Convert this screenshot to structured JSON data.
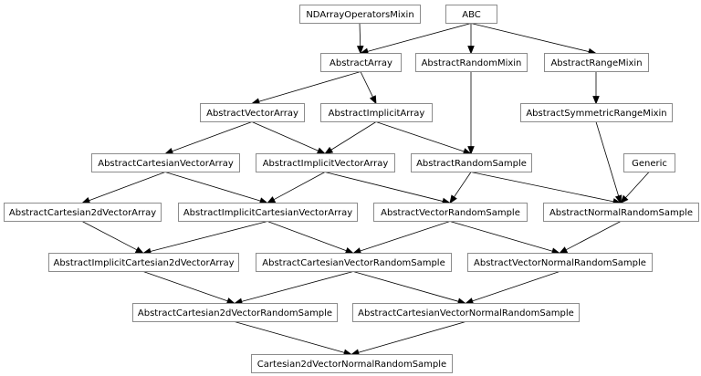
{
  "diagram": {
    "title": "",
    "nodes": [
      {
        "id": "NDArrayOperatorsMixin",
        "label": "NDArrayOperatorsMixin"
      },
      {
        "id": "ABC",
        "label": "ABC"
      },
      {
        "id": "AbstractArray",
        "label": "AbstractArray"
      },
      {
        "id": "AbstractRandomMixin",
        "label": "AbstractRandomMixin"
      },
      {
        "id": "AbstractRangeMixin",
        "label": "AbstractRangeMixin"
      },
      {
        "id": "AbstractVectorArray",
        "label": "AbstractVectorArray"
      },
      {
        "id": "AbstractImplicitArray",
        "label": "AbstractImplicitArray"
      },
      {
        "id": "AbstractSymmetricRangeMixin",
        "label": "AbstractSymmetricRangeMixin"
      },
      {
        "id": "AbstractCartesianVectorArray",
        "label": "AbstractCartesianVectorArray"
      },
      {
        "id": "AbstractImplicitVectorArray",
        "label": "AbstractImplicitVectorArray"
      },
      {
        "id": "AbstractRandomSample",
        "label": "AbstractRandomSample"
      },
      {
        "id": "Generic",
        "label": "Generic"
      },
      {
        "id": "AbstractCartesian2dVectorArray",
        "label": "AbstractCartesian2dVectorArray"
      },
      {
        "id": "AbstractImplicitCartesianVectorArray",
        "label": "AbstractImplicitCartesianVectorArray"
      },
      {
        "id": "AbstractVectorRandomSample",
        "label": "AbstractVectorRandomSample"
      },
      {
        "id": "AbstractNormalRandomSample",
        "label": "AbstractNormalRandomSample"
      },
      {
        "id": "AbstractImplicitCartesian2dVectorArray",
        "label": "AbstractImplicitCartesian2dVectorArray"
      },
      {
        "id": "AbstractCartesianVectorRandomSample",
        "label": "AbstractCartesianVectorRandomSample"
      },
      {
        "id": "AbstractVectorNormalRandomSample",
        "label": "AbstractVectorNormalRandomSample"
      },
      {
        "id": "AbstractCartesian2dVectorRandomSample",
        "label": "AbstractCartesian2dVectorRandomSample"
      },
      {
        "id": "AbstractCartesianVectorNormalRandomSample",
        "label": "AbstractCartesianVectorNormalRandomSample"
      },
      {
        "id": "Cartesian2dVectorNormalRandomSample",
        "label": "Cartesian2dVectorNormalRandomSample"
      }
    ],
    "edges": [
      {
        "from": "NDArrayOperatorsMixin",
        "to": "AbstractArray"
      },
      {
        "from": "ABC",
        "to": "AbstractArray"
      },
      {
        "from": "ABC",
        "to": "AbstractRandomMixin"
      },
      {
        "from": "ABC",
        "to": "AbstractRangeMixin"
      },
      {
        "from": "AbstractArray",
        "to": "AbstractVectorArray"
      },
      {
        "from": "AbstractArray",
        "to": "AbstractImplicitArray"
      },
      {
        "from": "AbstractRangeMixin",
        "to": "AbstractSymmetricRangeMixin"
      },
      {
        "from": "AbstractVectorArray",
        "to": "AbstractCartesianVectorArray"
      },
      {
        "from": "AbstractVectorArray",
        "to": "AbstractImplicitVectorArray"
      },
      {
        "from": "AbstractImplicitArray",
        "to": "AbstractImplicitVectorArray"
      },
      {
        "from": "AbstractImplicitArray",
        "to": "AbstractRandomSample"
      },
      {
        "from": "AbstractRandomMixin",
        "to": "AbstractRandomSample"
      },
      {
        "from": "AbstractCartesianVectorArray",
        "to": "AbstractCartesian2dVectorArray"
      },
      {
        "from": "AbstractCartesianVectorArray",
        "to": "AbstractImplicitCartesianVectorArray"
      },
      {
        "from": "AbstractImplicitVectorArray",
        "to": "AbstractImplicitCartesianVectorArray"
      },
      {
        "from": "AbstractImplicitVectorArray",
        "to": "AbstractVectorRandomSample"
      },
      {
        "from": "AbstractRandomSample",
        "to": "AbstractVectorRandomSample"
      },
      {
        "from": "AbstractRandomSample",
        "to": "AbstractNormalRandomSample"
      },
      {
        "from": "AbstractSymmetricRangeMixin",
        "to": "AbstractNormalRandomSample"
      },
      {
        "from": "Generic",
        "to": "AbstractNormalRandomSample"
      },
      {
        "from": "AbstractCartesian2dVectorArray",
        "to": "AbstractImplicitCartesian2dVectorArray"
      },
      {
        "from": "AbstractImplicitCartesianVectorArray",
        "to": "AbstractImplicitCartesian2dVectorArray"
      },
      {
        "from": "AbstractImplicitCartesianVectorArray",
        "to": "AbstractCartesianVectorRandomSample"
      },
      {
        "from": "AbstractVectorRandomSample",
        "to": "AbstractCartesianVectorRandomSample"
      },
      {
        "from": "AbstractVectorRandomSample",
        "to": "AbstractVectorNormalRandomSample"
      },
      {
        "from": "AbstractNormalRandomSample",
        "to": "AbstractVectorNormalRandomSample"
      },
      {
        "from": "AbstractImplicitCartesian2dVectorArray",
        "to": "AbstractCartesian2dVectorRandomSample"
      },
      {
        "from": "AbstractCartesianVectorRandomSample",
        "to": "AbstractCartesian2dVectorRandomSample"
      },
      {
        "from": "AbstractCartesianVectorRandomSample",
        "to": "AbstractCartesianVectorNormalRandomSample"
      },
      {
        "from": "AbstractVectorNormalRandomSample",
        "to": "AbstractCartesianVectorNormalRandomSample"
      },
      {
        "from": "AbstractCartesian2dVectorRandomSample",
        "to": "Cartesian2dVectorNormalRandomSample"
      },
      {
        "from": "AbstractCartesianVectorNormalRandomSample",
        "to": "Cartesian2dVectorNormalRandomSample"
      }
    ]
  }
}
